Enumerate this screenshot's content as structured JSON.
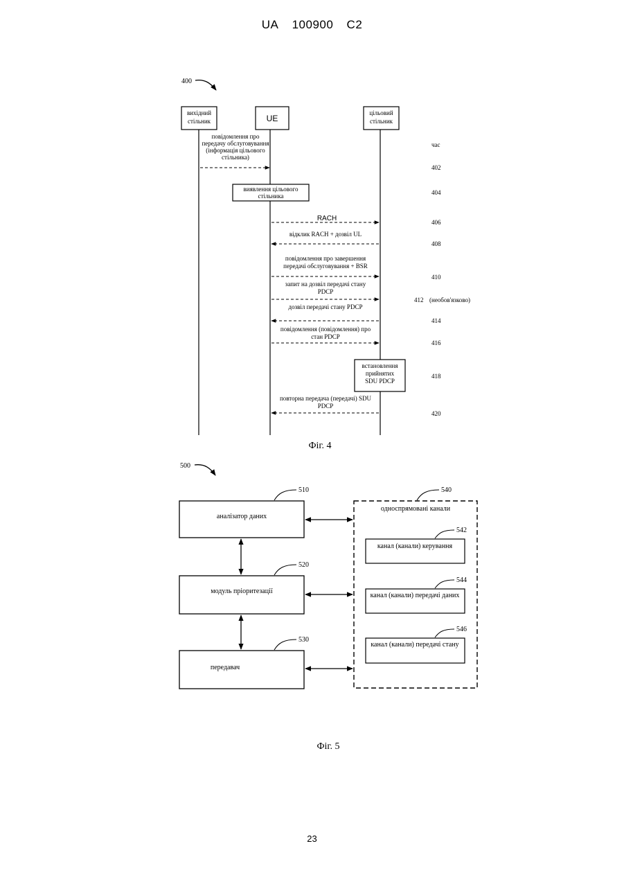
{
  "header": {
    "country": "UA",
    "number": "100900",
    "kind": "C2"
  },
  "page_number": "23",
  "fig4": {
    "ref": "400",
    "caption": "Фіг. 4",
    "time_label": "час",
    "entities": {
      "source": [
        "вихідний",
        "стільник"
      ],
      "ue": "UE",
      "target": [
        "цільовий",
        "стільник"
      ]
    },
    "messages": {
      "m402": [
        "повідомлення про",
        "передачу обслуговування",
        "(інформація цільового",
        "стільника)"
      ],
      "m404": [
        "виявлення цільового",
        "стільника"
      ],
      "m406": "RACH",
      "m408": "відклик RACH + дозвіл UL",
      "m410": [
        "повідомлення про завершення",
        "передачі обслуговування + BSR"
      ],
      "m412": [
        "запит на дозвіл передачі стану",
        "PDCP"
      ],
      "m414": "дозвіл передачі стану PDCP",
      "m416": [
        "повідомлення (повідомлення) про",
        "стан PDCP"
      ],
      "m418": [
        "встановлення",
        "прийнятих",
        "SDU PDCP"
      ],
      "m420": [
        "повторна передача (передачі) SDU",
        "PDCP"
      ]
    },
    "steps": {
      "s402": "402",
      "s404": "404",
      "s406": "406",
      "s408": "408",
      "s410": "410",
      "s412": "412",
      "s412_note": "(необов'язково)",
      "s414": "414",
      "s416": "416",
      "s418": "418",
      "s420": "420"
    }
  },
  "fig5": {
    "ref": "500",
    "caption": "Фіг. 5",
    "blocks": {
      "analyzer": {
        "ref": "510",
        "label": "аналізатор даних"
      },
      "prioritization": {
        "ref": "520",
        "label": "модуль пріоритезації"
      },
      "transmitter": {
        "ref": "530",
        "label": "передавач"
      },
      "unidirectional": {
        "ref": "540",
        "label": "односпрямовані канали"
      },
      "control": {
        "ref": "542",
        "label": "канал (канали) керування"
      },
      "data": {
        "ref": "544",
        "label": "канал (канали) передачі даних"
      },
      "status": {
        "ref": "546",
        "label": "канал (канали) передачі стану"
      }
    }
  }
}
